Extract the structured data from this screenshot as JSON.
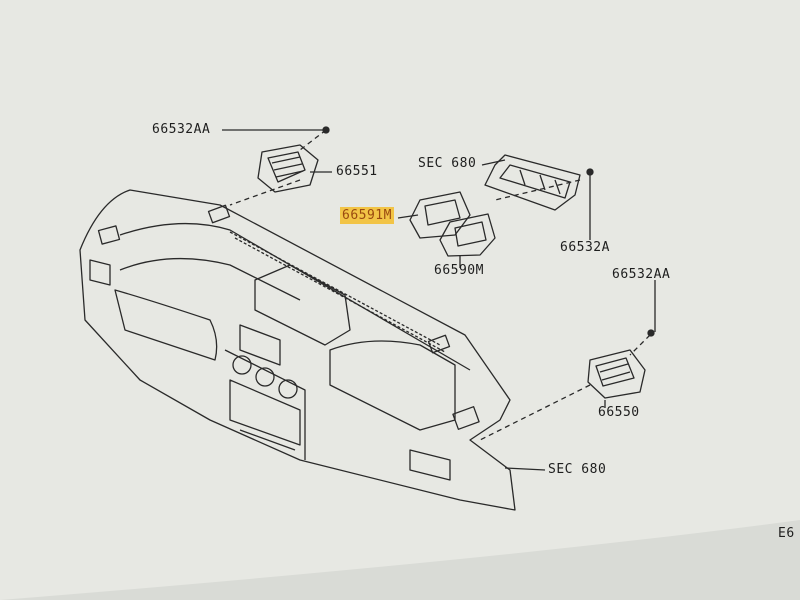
{
  "colors": {
    "paper": "#e7e8e3",
    "ink": "#2a2a2a",
    "highlight": "#f2c446"
  },
  "labels": {
    "top_left_screw": "66532AA",
    "left_vent": "66551",
    "glovebox_sec": "SEC 680",
    "center_vent_left": "66591M",
    "center_vent_right": "66590M",
    "right_screw": "66532A",
    "right_screw_upper": "66532AA",
    "right_vent": "66550",
    "dash_sec": "SEC 680",
    "corner_ref": "E6"
  }
}
